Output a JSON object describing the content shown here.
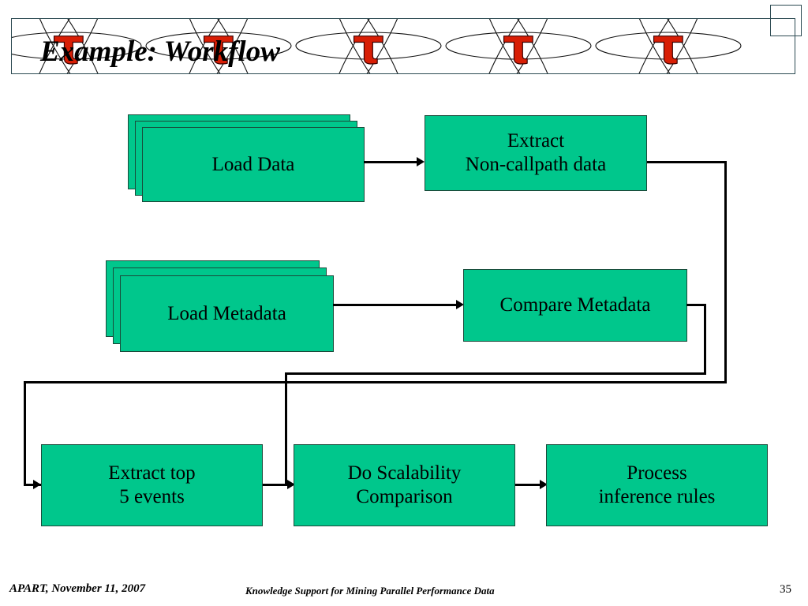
{
  "slide": {
    "title": "Example: Workflow",
    "banner_icon": "tau-atom-watermark",
    "accent_green": "#00c78c",
    "border_color": "#1a4a3a",
    "tau_red": "#d81e05",
    "tau_glyph": "τ"
  },
  "nodes": {
    "load_data": "Load Data",
    "extract_noncallpath": "Extract\nNon-callpath data",
    "extract_noncallpath_line1": "Extract",
    "extract_noncallpath_line2": "Non-callpath data",
    "load_metadata": "Load Metadata",
    "compare_metadata": "Compare Metadata",
    "extract_top_line1": "Extract top",
    "extract_top_line2": "5 events",
    "do_scalability_line1": "Do Scalability",
    "do_scalability_line2": "Comparison",
    "process_inference_line1": "Process",
    "process_inference_line2": "inference rules"
  },
  "footer": {
    "left": "APART, November 11, 2007",
    "center": "Knowledge Support for Mining Parallel Performance Data",
    "page": "35"
  }
}
